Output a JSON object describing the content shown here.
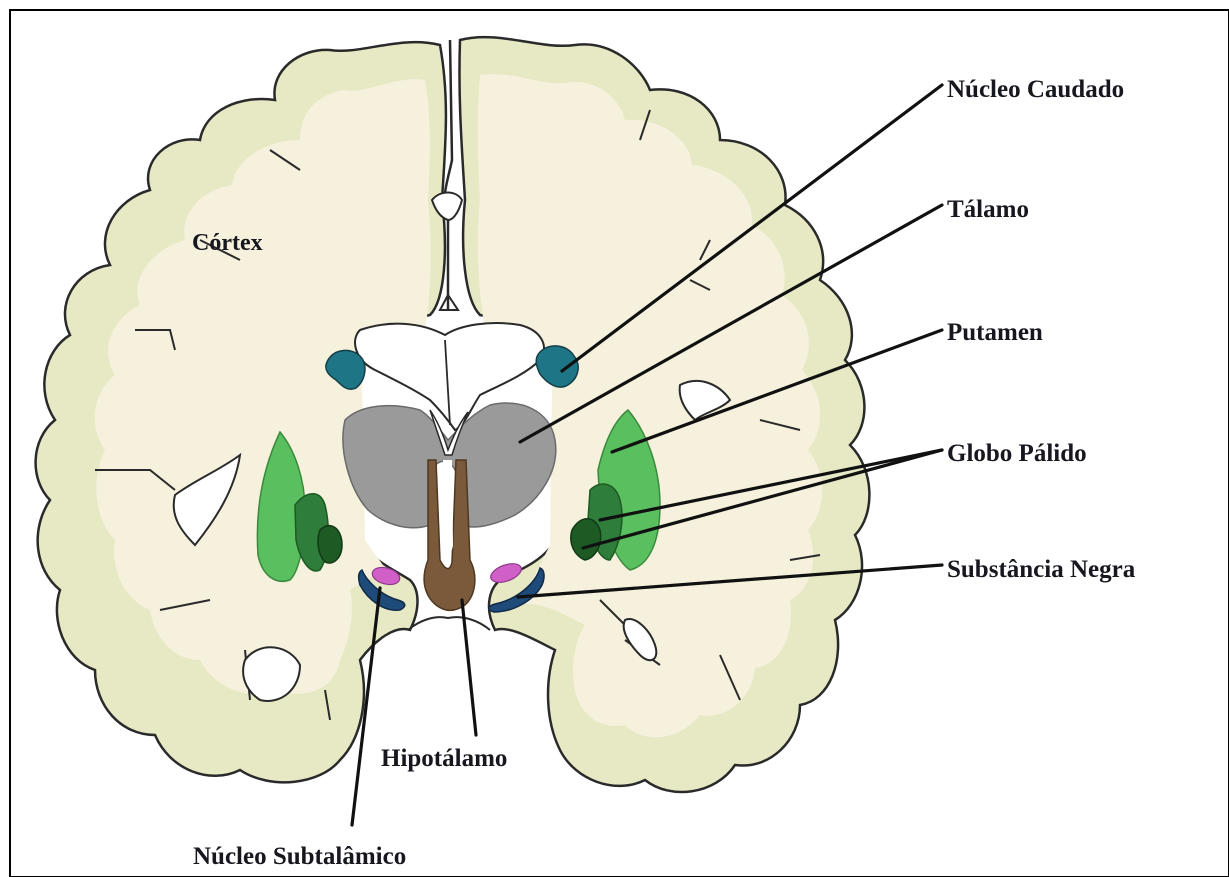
{
  "figure": {
    "labels": {
      "cortex": "Córtex",
      "caudate": "Núcleo Caudado",
      "thalamus": "Tálamo",
      "putamen": "Putamen",
      "globus_pallidus": "Globo Pálido",
      "substantia_nigra": "Substância Negra",
      "hypothalamus": "Hipotálamo",
      "subthalamic": "Núcleo Subtalâmico"
    },
    "colors": {
      "gray_matter": "#e7e9c5",
      "white_matter": "#f5f1dd",
      "outline": "#2a2a2a",
      "ventricle": "#ffffff",
      "caudate": "#1e7585",
      "thalamus": "#9a9a9a",
      "putamen": "#5abf5e",
      "globus_pallidus_outer": "#2e7d3a",
      "globus_pallidus_inner": "#1d5a24",
      "substantia_nigra": "#1f4b7a",
      "subthalamic": "#d060c8",
      "hypothalamus": "#7a5a3a"
    }
  }
}
